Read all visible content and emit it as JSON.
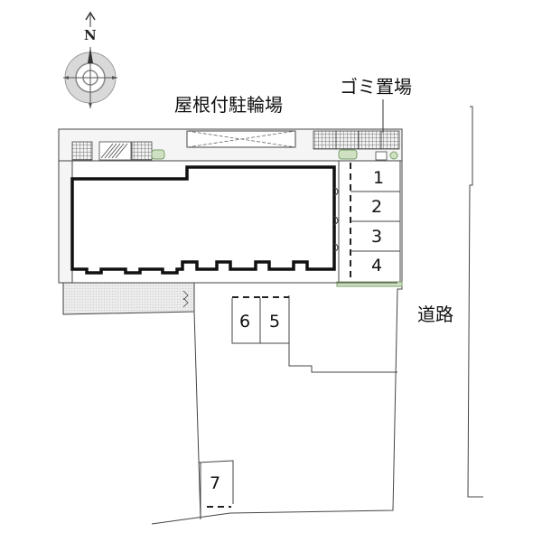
{
  "labels": {
    "bicycle_parking": "屋根付駐輪場",
    "garbage": "ゴミ置場",
    "road": "道路"
  },
  "compass": {
    "north": "N"
  },
  "parking_slots": [
    "1",
    "2",
    "3",
    "4",
    "5",
    "6",
    "7"
  ],
  "colors": {
    "line": "#333333",
    "ground": "#e6e6e6",
    "hedge": "#7aa06a"
  }
}
